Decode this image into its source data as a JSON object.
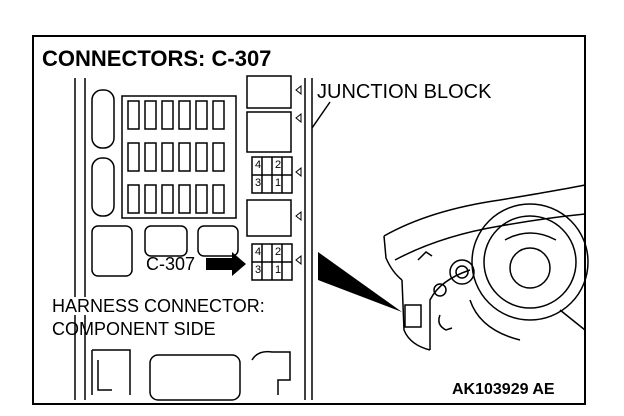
{
  "title": "CONNECTORS: C-307",
  "labels": {
    "junction_block": "JUNCTION BLOCK",
    "connector_callout": "C-307",
    "harness_line1": "HARNESS CONNECTOR:",
    "harness_line2": "COMPONENT SIDE",
    "figure_code": "AK103929 AE"
  },
  "connectors": [
    {
      "name": "upper",
      "pins": [
        "4",
        "2",
        "3",
        "1"
      ]
    },
    {
      "name": "c307",
      "pins": [
        "4",
        "2",
        "3",
        "1"
      ]
    }
  ]
}
